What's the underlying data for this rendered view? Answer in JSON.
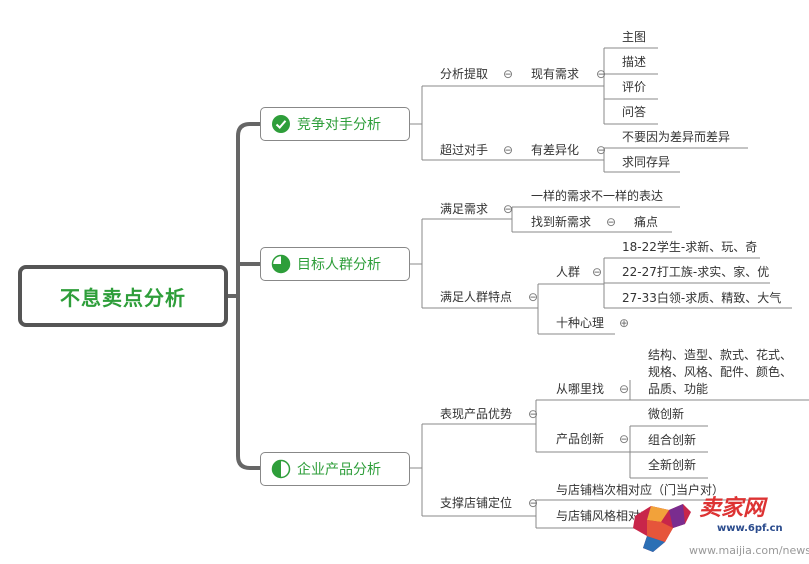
{
  "root": {
    "label": "不息卖点分析"
  },
  "branches": [
    {
      "label": "竞争对手分析",
      "icon": "check-circle-icon",
      "children": [
        {
          "label": "分析提取",
          "sub": [
            {
              "label": "现有需求",
              "items": [
                "主图",
                "描述",
                "评价",
                "问答"
              ]
            }
          ]
        },
        {
          "label": "超过对手",
          "sub": [
            {
              "label": "有差异化",
              "items": [
                "不要因为差异而差异",
                "求同存异"
              ]
            }
          ]
        }
      ]
    },
    {
      "label": "目标人群分析",
      "icon": "three-quarter-pie-icon",
      "children": [
        {
          "label": "满足需求",
          "items": [
            "一样的需求不一样的表达"
          ],
          "sub": [
            {
              "label": "找到新需求",
              "items": [
                "痛点"
              ]
            }
          ]
        },
        {
          "label": "满足人群特点",
          "sub": [
            {
              "label": "人群",
              "items": [
                "18-22学生-求新、玩、奇",
                "22-27打工族-求实、家、优",
                "27-33白领-求质、精致、大气"
              ]
            },
            {
              "label": "十种心理",
              "collapsed_icon": "⊕"
            }
          ]
        }
      ]
    },
    {
      "label": "企业产品分析",
      "icon": "half-circle-icon",
      "children": [
        {
          "label": "表现产品优势",
          "sub": [
            {
              "label": "从哪里找",
              "lines": [
                "结构、造型、款式、花式、",
                "规格、风格、配件、颜色、",
                "品质、功能"
              ]
            },
            {
              "label": "产品创新",
              "items": [
                "微创新",
                "组合创新",
                "全新创新"
              ]
            }
          ]
        },
        {
          "label": "支撑店铺定位",
          "items": [
            "与店铺档次相对应（门当户对）",
            "与店铺风格相对应"
          ]
        }
      ]
    }
  ],
  "collapse_glyph": "⊖",
  "watermark": {
    "brand": "卖家网",
    "domain": "www.6pf.cn",
    "url": "www.maijia.com/news"
  },
  "colors": {
    "accent": "#2e9e3a",
    "line": "#666666",
    "thin_line": "#999999"
  }
}
